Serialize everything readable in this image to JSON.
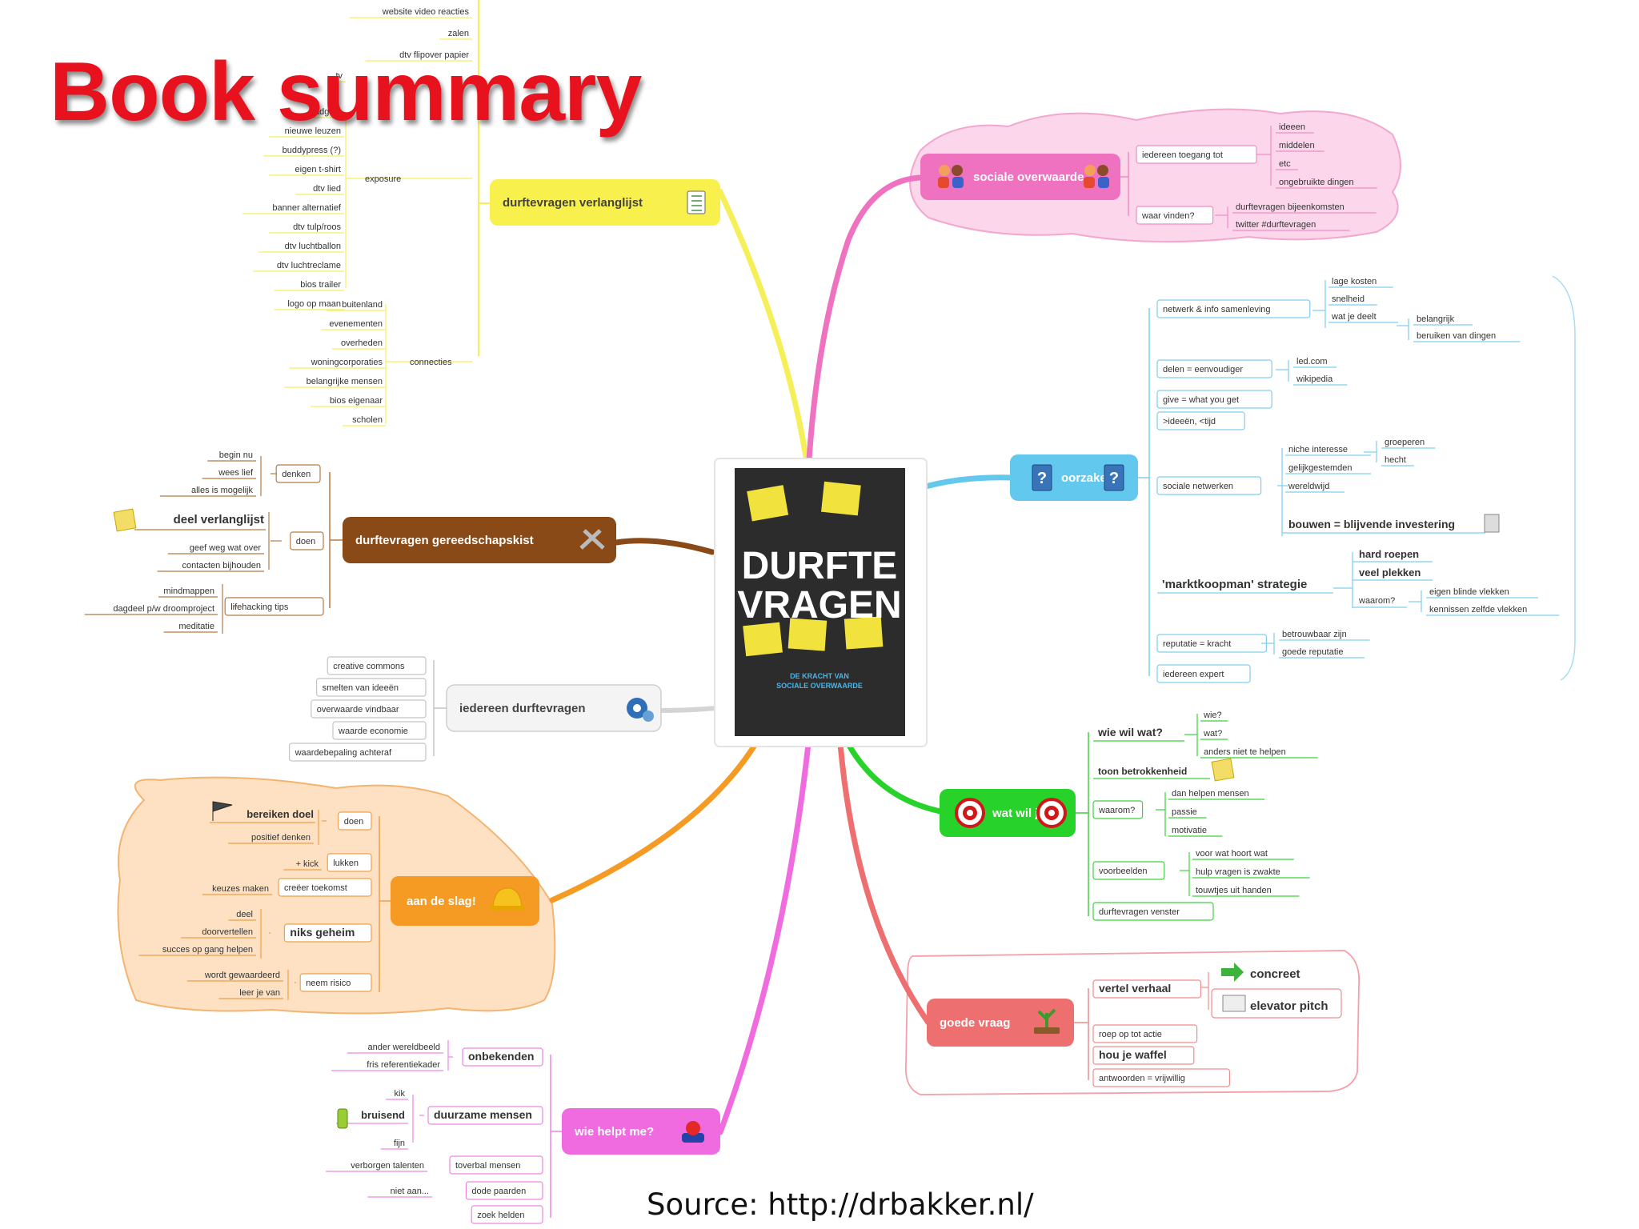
{
  "title": "Book summary",
  "source": "Source: http://drbakker.nl/",
  "book": {
    "cover_title_line1": "DURFTE",
    "cover_title_line2": "VRAGEN",
    "cover_subtitle_line1": "DE KRACHT VAN",
    "cover_subtitle_line2": "SOCIALE OVERWAARDE"
  },
  "colors": {
    "yellow": "#f5ef5a",
    "pink": "#ef72c0",
    "blue": "#62c8ee",
    "brown": "#8a4a17",
    "gray": "#d4d4d4",
    "orange": "#f59a22",
    "green": "#27d22a",
    "red": "#ee6f6f",
    "magenta": "#f06be0",
    "title": "#e8121e"
  },
  "branches": [
    {
      "id": "verlanglijst",
      "label": "durftevragen verlanglijst",
      "icon": "checklist-icon",
      "groups": [
        {
          "label": "",
          "items": [
            "website video reacties",
            "zalen",
            "dtv flipover papier",
            "tv"
          ]
        },
        {
          "label": "exposure",
          "items": [
            "gadgets",
            "nieuwe leuzen",
            "buddypress (?)",
            "eigen t-shirt",
            "dtv lied",
            "banner alternatief",
            "dtv tulp/roos",
            "dtv luchtballon",
            "dtv luchtreclame",
            "bios trailer",
            "logo op maan"
          ]
        },
        {
          "label": "connecties",
          "items": [
            "buitenland",
            "evenementen",
            "overheden",
            "woningcorporaties",
            "belangrijke mensen",
            "bios eigenaar",
            "scholen"
          ]
        }
      ]
    },
    {
      "id": "gereedschapskist",
      "label": "durftevragen gereedschapskist",
      "icon": "tools-icon",
      "groups": [
        {
          "label": "denken",
          "items": [
            "begin nu",
            "wees lief",
            "alles is mogelijk"
          ]
        },
        {
          "label": "doen",
          "items": [
            "deel verlanglijst",
            "geef weg wat over",
            "contacten bijhouden"
          ]
        },
        {
          "label": "lifehacking tips",
          "items": [
            "mindmappen",
            "dagdeel p/w droomproject",
            "meditatie"
          ]
        }
      ]
    },
    {
      "id": "iedereen",
      "label": "iedereen durftevragen",
      "icon": "gear-icon",
      "items": [
        "creative commons",
        "smelten van ideeën",
        "overwaarde vindbaar",
        "waarde economie",
        "waardebepaling achteraf"
      ]
    },
    {
      "id": "aandeslag",
      "label": "aan de slag!",
      "icon": "hardhat-icon",
      "groups": [
        {
          "label": "doen",
          "items": [
            "bereiken doel",
            "positief denken"
          ]
        },
        {
          "label": "lukken",
          "items": [
            "+ kick"
          ]
        },
        {
          "label": "creëer toekomst",
          "items": [
            "keuzes maken"
          ]
        },
        {
          "label": "niks geheim",
          "items": [
            "deel",
            "doorvertellen",
            "succes op gang helpen"
          ]
        },
        {
          "label": "neem risico",
          "items": [
            "wordt gewaardeerd",
            "leer je van"
          ]
        }
      ]
    },
    {
      "id": "wiehelpt",
      "label": "wie helpt me?",
      "icon": "buzzer-icon",
      "groups": [
        {
          "label": "onbekenden",
          "items": [
            "ander wereldbeeld",
            "fris referentiekader"
          ]
        },
        {
          "label": "duurzame mensen",
          "items": [
            "kik",
            "bruisend",
            "fijn"
          ]
        },
        {
          "label": "toverbal mensen",
          "items": [
            "verborgen talenten"
          ]
        },
        {
          "label": "dode paarden",
          "items": [
            "niet aan..."
          ]
        },
        {
          "label": "",
          "items": [
            "zoek helden"
          ]
        }
      ]
    },
    {
      "id": "sociale",
      "label": "sociale overwaarde",
      "icon": "people-icon",
      "groups": [
        {
          "label": "iedereen toegang tot",
          "items": [
            "ideeen",
            "middelen",
            "etc",
            "ongebruikte dingen"
          ]
        },
        {
          "label": "waar vinden?",
          "items": [
            "durftevragen bijeenkomsten",
            "twitter #durftevragen"
          ]
        }
      ]
    },
    {
      "id": "oorzaken",
      "label": "oorzaken",
      "icon": "question-book-icon",
      "groups": [
        {
          "label": "netwerk & info samenleving",
          "items": [
            "lage kosten",
            "snelheid",
            "wat je deelt"
          ],
          "sub": [
            "belangrijk",
            "beruiken van dingen"
          ]
        },
        {
          "label": "delen = eenvoudiger",
          "items": [
            "led.com",
            "wikipedia"
          ]
        },
        {
          "label": "give = what you get",
          "items": []
        },
        {
          "label": ">ideeën, <tijd",
          "items": []
        },
        {
          "label": "sociale netwerken",
          "items": [
            "niche interesse",
            "gelijkgestemden",
            "wereldwijd",
            "bouwen = blijvende investering"
          ],
          "sub": [
            "groeperen",
            "hecht"
          ]
        },
        {
          "label": "'marktkoopman' strategie",
          "items": [
            "hard roepen",
            "veel plekken",
            "waarom?"
          ],
          "sub": [
            "eigen blinde vlekken",
            "kennissen zelfde vlekken"
          ]
        },
        {
          "label": "reputatie = kracht",
          "items": [
            "betrouwbaar zijn",
            "goede reputatie"
          ]
        },
        {
          "label": "iedereen expert",
          "items": []
        }
      ]
    },
    {
      "id": "watwilje",
      "label": "wat wil je?",
      "icon": "target-icon",
      "groups": [
        {
          "label": "wie wil wat?",
          "items": [
            "wie?",
            "wat?",
            "anders niet te helpen"
          ]
        },
        {
          "label": "toon betrokkenheid",
          "items": []
        },
        {
          "label": "waarom?",
          "items": [
            "dan helpen mensen",
            "passie",
            "motivatie"
          ]
        },
        {
          "label": "voorbeelden",
          "items": [
            "voor wat hoort wat",
            "hulp vragen is zwakte",
            "touwtjes uit handen"
          ]
        },
        {
          "label": "durftevragen venster",
          "items": []
        }
      ]
    },
    {
      "id": "goedevraag",
      "label": "goede vraag",
      "icon": "plant-icon",
      "groups": [
        {
          "label": "vertel verhaal",
          "items": [
            "concreet",
            "elevator pitch"
          ]
        },
        {
          "label": "roep op tot actie",
          "items": []
        },
        {
          "label": "hou je waffel",
          "items": []
        },
        {
          "label": "antwoorden = vrijwillig",
          "items": []
        }
      ]
    }
  ]
}
